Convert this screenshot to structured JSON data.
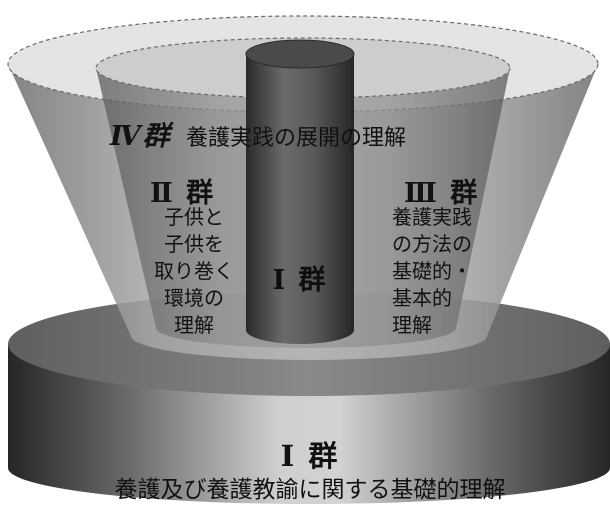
{
  "diagram": {
    "group4": {
      "heading": "Ⅳ群",
      "description": "養護実践の展開の理解"
    },
    "group2": {
      "heading": "Ⅱ 群",
      "lines": [
        "子供と",
        "子供を",
        "取り巻く",
        "環境の",
        "理解"
      ]
    },
    "group3": {
      "heading": "Ⅲ 群",
      "lines": [
        "養護実践",
        "の方法の",
        "基礎的・",
        "基本的",
        "理解"
      ]
    },
    "group1_pillar": {
      "heading": "Ⅰ 群"
    },
    "group1_base": {
      "heading": "Ⅰ 群",
      "description": "養護及び養護教諭に関する基礎的理解"
    }
  }
}
